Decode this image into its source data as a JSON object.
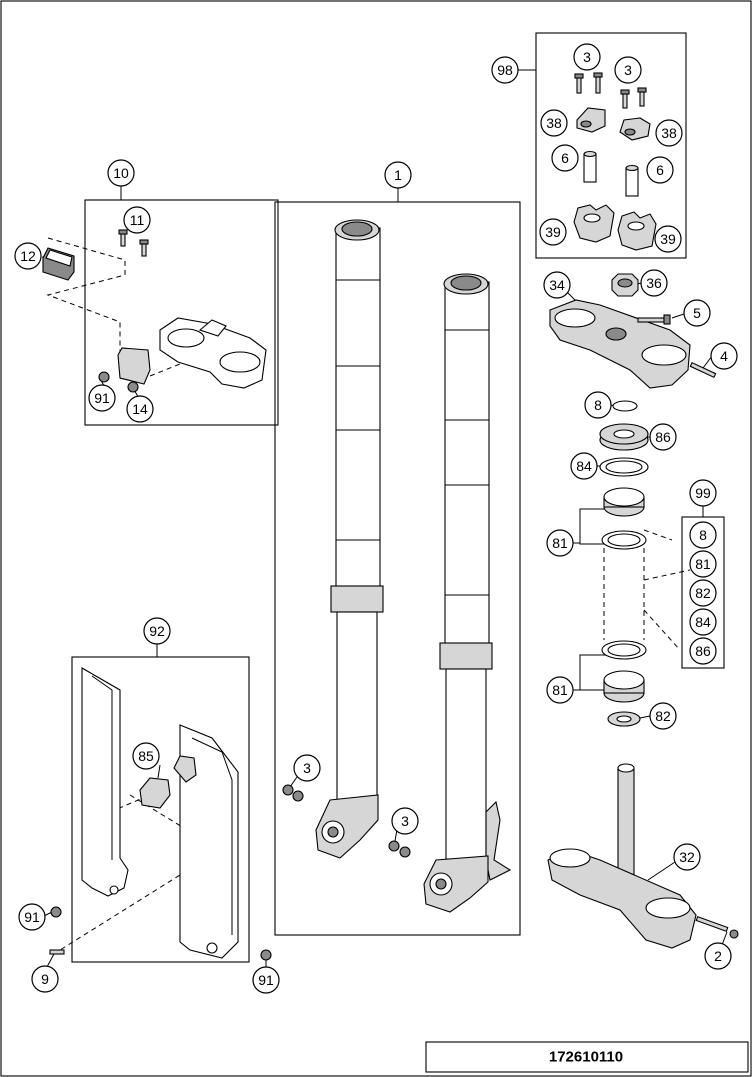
{
  "drawing_code": "172610110",
  "callouts": {
    "c98": "98",
    "c3_top_a": "3",
    "c3_top_b": "3",
    "c38_a": "38",
    "c38_b": "38",
    "c6_a": "6",
    "c6_b": "6",
    "c39_a": "39",
    "c39_b": "39",
    "c1": "1",
    "c10": "10",
    "c11": "11",
    "c12": "12",
    "c91_a": "91",
    "c14": "14",
    "c34": "34",
    "c36": "36",
    "c5": "5",
    "c4": "4",
    "c8": "8",
    "c86": "86",
    "c84": "84",
    "c99": "99",
    "c81_a": "81",
    "c81_b": "81",
    "c82": "82",
    "c92": "92",
    "c85": "85",
    "c3_left": "3",
    "c3_right": "3",
    "c91_b": "91",
    "c9": "9",
    "c91_c": "91",
    "c32": "32",
    "c2": "2"
  },
  "kit_99_items": [
    "8",
    "81",
    "82",
    "84",
    "86"
  ]
}
